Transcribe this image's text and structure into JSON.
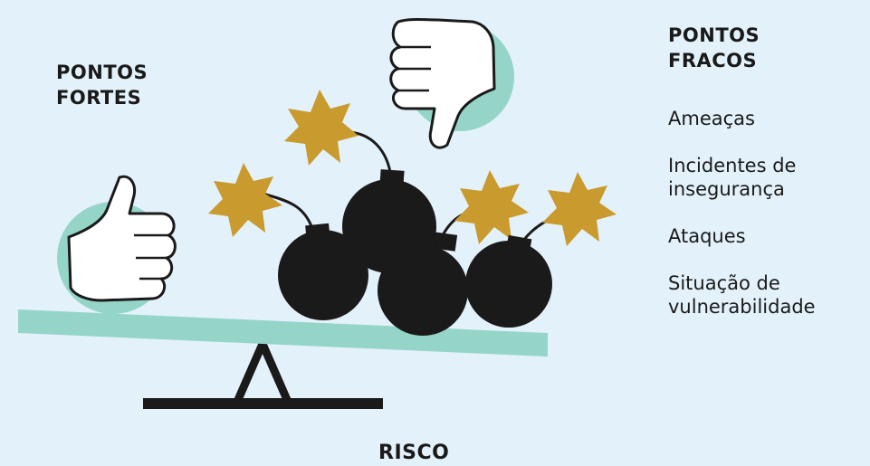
{
  "strengths": {
    "title": "PONTOS\nFORTES"
  },
  "weaknesses": {
    "title": "PONTOS\nFRACOS",
    "items": [
      "Ameaças",
      "Incidentes de\ninsegurança",
      "Ataques",
      "Situação de\nvulnerabilidade"
    ]
  },
  "risk_label": "RISCO",
  "icons": [
    "thumbs-up-icon",
    "thumbs-down-icon",
    "bomb-icon",
    "spark-icon"
  ],
  "colors": {
    "background": "#e3f1fa",
    "teal": "#95d5c8",
    "bomb": "#1a1a1a",
    "spark": "#c99a2e"
  }
}
